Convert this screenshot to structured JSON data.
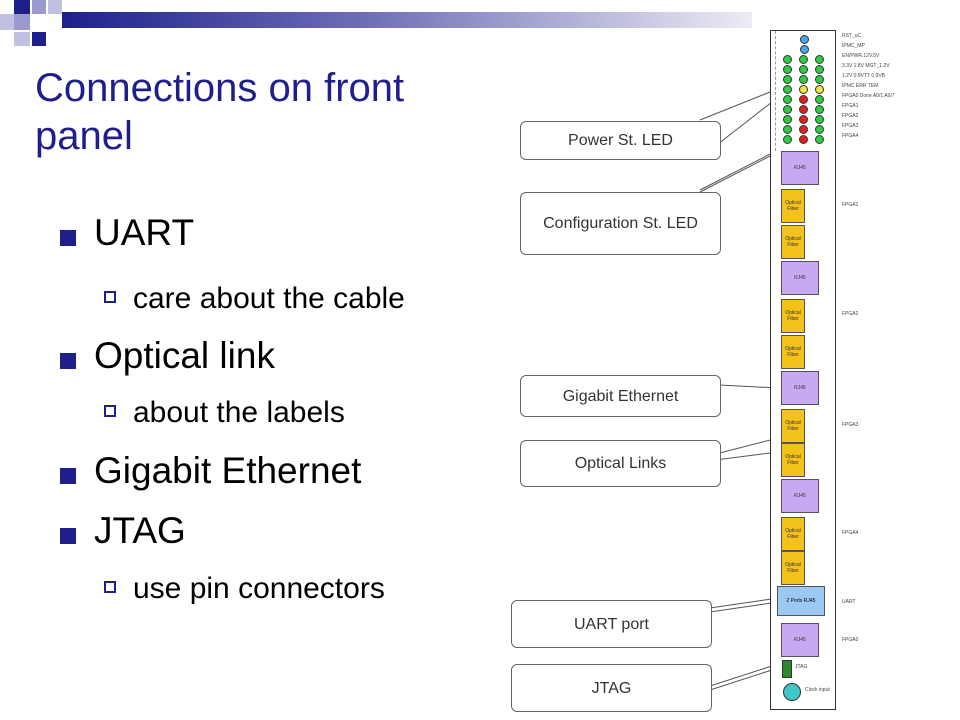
{
  "slide": {
    "title": "Connections on front panel",
    "bullets": [
      {
        "text": "UART",
        "sub": [
          "care about the cable"
        ]
      },
      {
        "text": "Optical link",
        "sub": [
          "about the labels"
        ]
      },
      {
        "text": "Gigabit Ethernet",
        "sub": []
      },
      {
        "text": "JTAG",
        "sub": [
          "use pin connectors"
        ]
      }
    ]
  },
  "callouts": {
    "power_led": "Power St. LED",
    "config_led": "Configuration St. LED",
    "gigabit": "Gigabit Ethernet",
    "optical": "Optical Links",
    "uart": "UART port",
    "jtag": "JTAG"
  },
  "panel": {
    "led_labels": [
      "RST_uC",
      "IPMC_MP",
      "EN/PWR.12V.5V",
      "3.3V 1.8V MGT_1.2V",
      "1.2V 0.9VTT 0.9VB",
      "IPMC ERR TEM",
      "FPGA0 Done A0/1 A0/7",
      "FPGA1",
      "FPGA2",
      "FPGA3",
      "FPGA4"
    ],
    "rj_label": "RJ45",
    "optical_label": "Optical Fiber",
    "uart_label": "2 Ports RJ45",
    "fpga_labels": [
      "FPGA1",
      "FPGA2",
      "FPGA3",
      "FPGA4",
      "FPGA0"
    ],
    "uart_side_label": "UART",
    "jtag_side_label": "JTAG",
    "clock_label": "Clock input",
    "colors": {
      "blue": "#4aa3f0",
      "green": "#2ecc40",
      "yellow": "#f2e640",
      "red": "#e02020",
      "purple": "#c8a8f0",
      "orange": "#f4c21a",
      "uart_blue": "#9cc8f4",
      "highlight": "#d42020"
    }
  }
}
